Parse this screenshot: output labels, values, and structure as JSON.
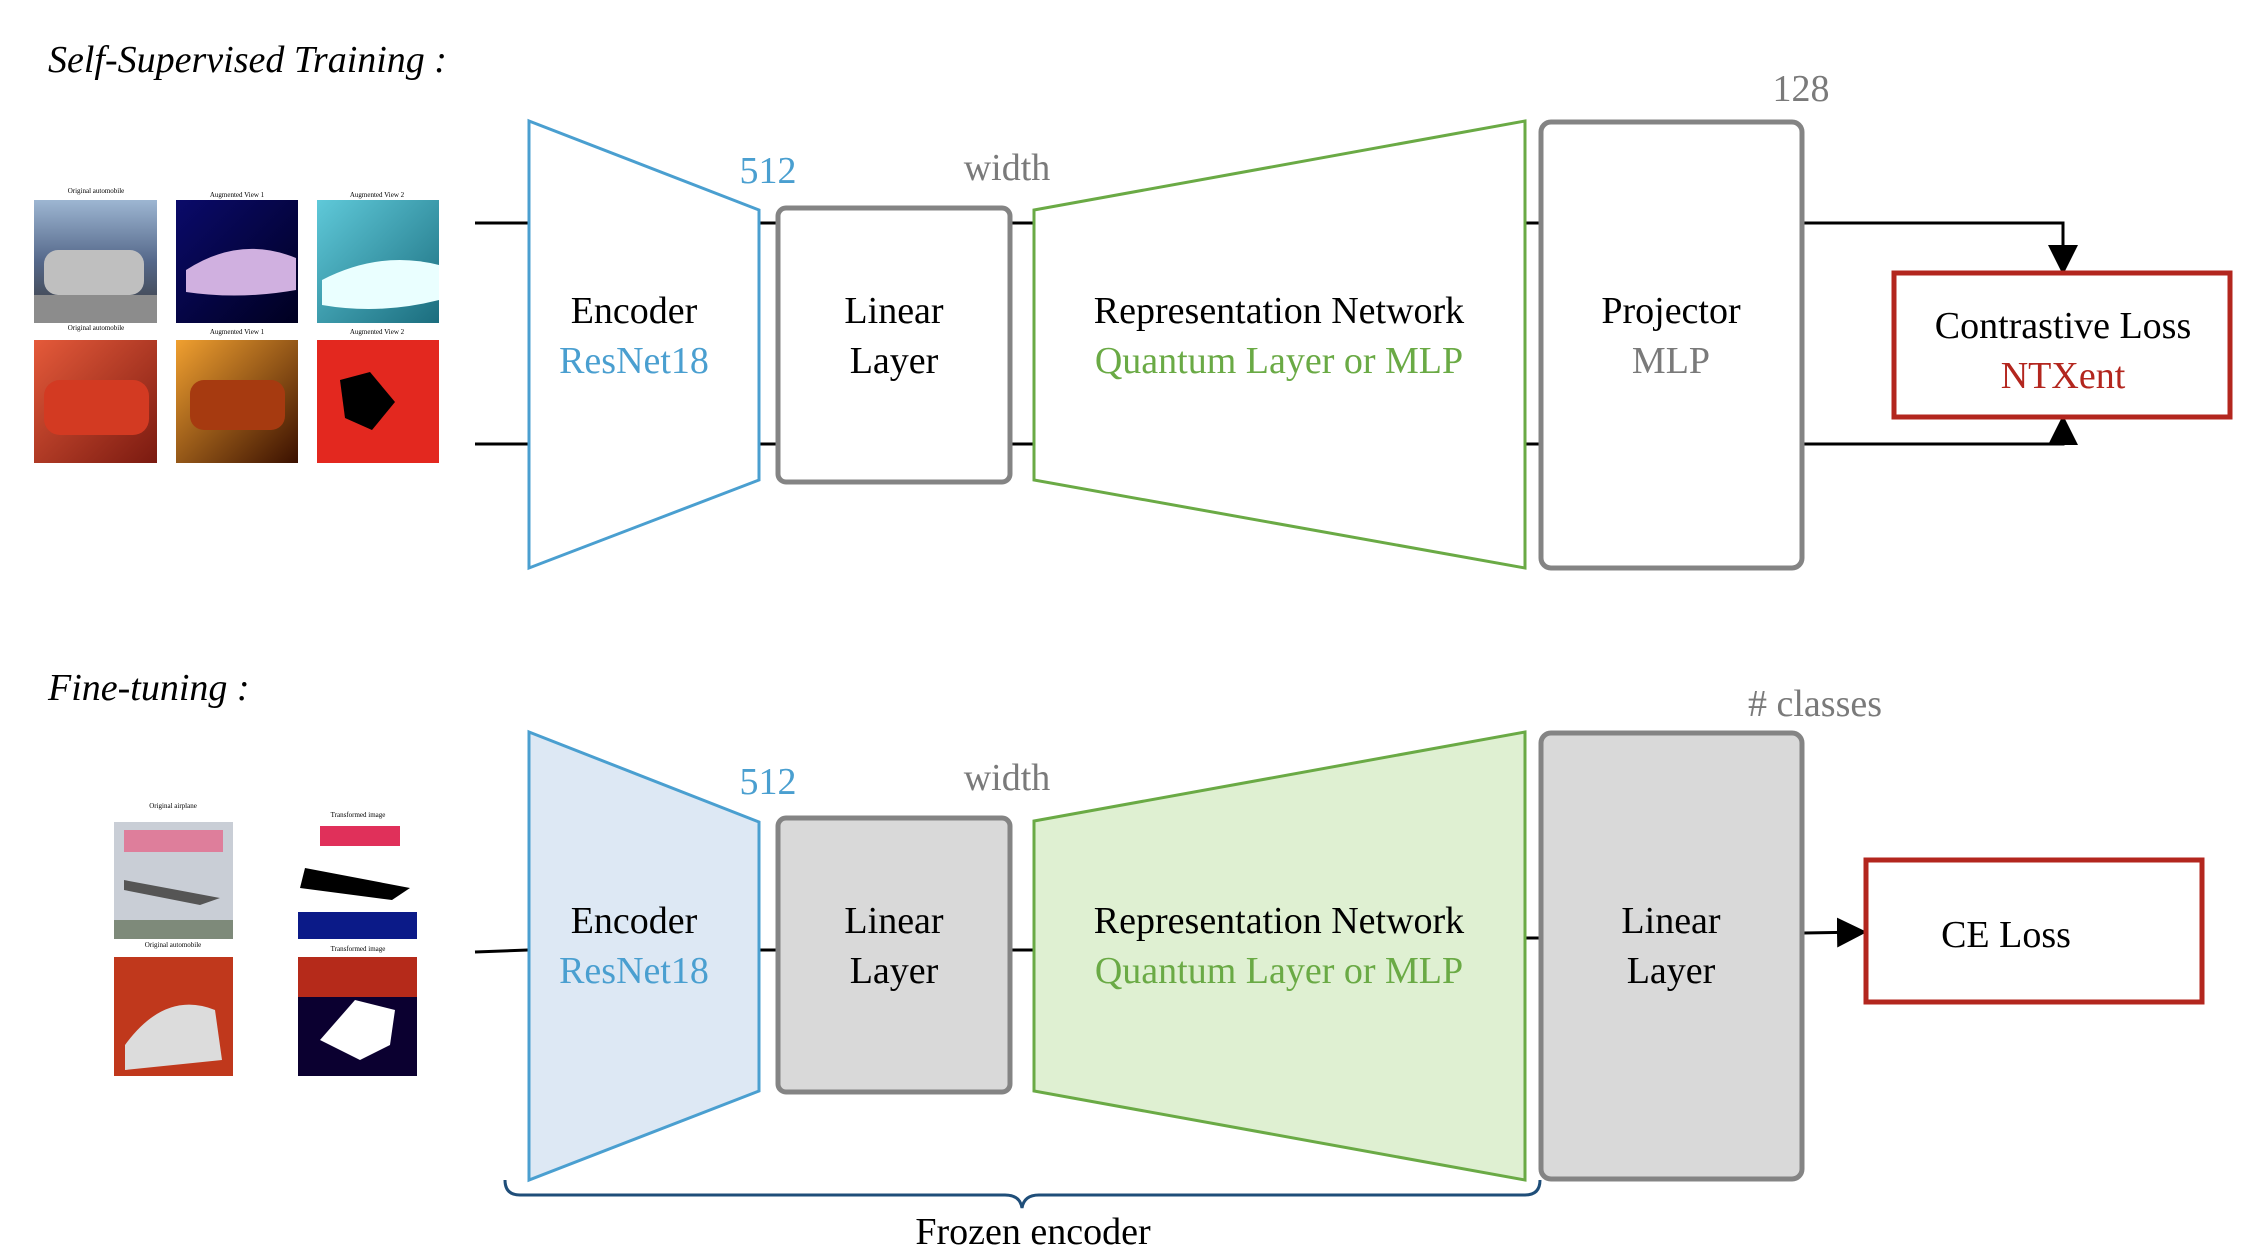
{
  "sections": {
    "ssl_title": "Self-Supervised Training :",
    "ft_title": "Fine-tuning :"
  },
  "colors": {
    "encoder": "#4a9fd0",
    "encoder_fill_frozen": "#dde8f4",
    "representation": "#6aaa45",
    "representation_fill_frozen": "#dff0d2",
    "gray_box": "#848484",
    "gray_fill_frozen": "#d9d9d9",
    "loss": "#b3261e",
    "dim_label": "#7a7a7a"
  },
  "ssl": {
    "images": {
      "captions": [
        "Original automobile",
        "Augmented View 1",
        "Augmented View 2",
        "Original automobile",
        "Augmented View 1",
        "Augmented View 2"
      ]
    },
    "encoder": {
      "title": "Encoder",
      "subtitle": "ResNet18"
    },
    "encoder_dim": "512",
    "linear": {
      "line1": "Linear",
      "line2": "Layer"
    },
    "linear_dim": "width",
    "representation": {
      "title": "Representation Network",
      "subtitle": "Quantum Layer or MLP"
    },
    "projector": {
      "title": "Projector",
      "subtitle": "MLP"
    },
    "projector_dim": "128",
    "loss": {
      "title": "Contrastive Loss",
      "subtitle": "NTXent"
    }
  },
  "ft": {
    "images": {
      "captions": [
        "Original airplane",
        "Transformed image",
        "Original automobile",
        "Transformed image"
      ]
    },
    "encoder": {
      "title": "Encoder",
      "subtitle": "ResNet18"
    },
    "encoder_dim": "512",
    "linear": {
      "line1": "Linear",
      "line2": "Layer"
    },
    "linear_dim": "width",
    "representation": {
      "title": "Representation Network",
      "subtitle": "Quantum Layer or MLP"
    },
    "head": {
      "line1": "Linear",
      "line2": "Layer"
    },
    "head_dim": "# classes",
    "loss": {
      "title": "CE Loss"
    },
    "frozen_label": "Frozen encoder"
  }
}
